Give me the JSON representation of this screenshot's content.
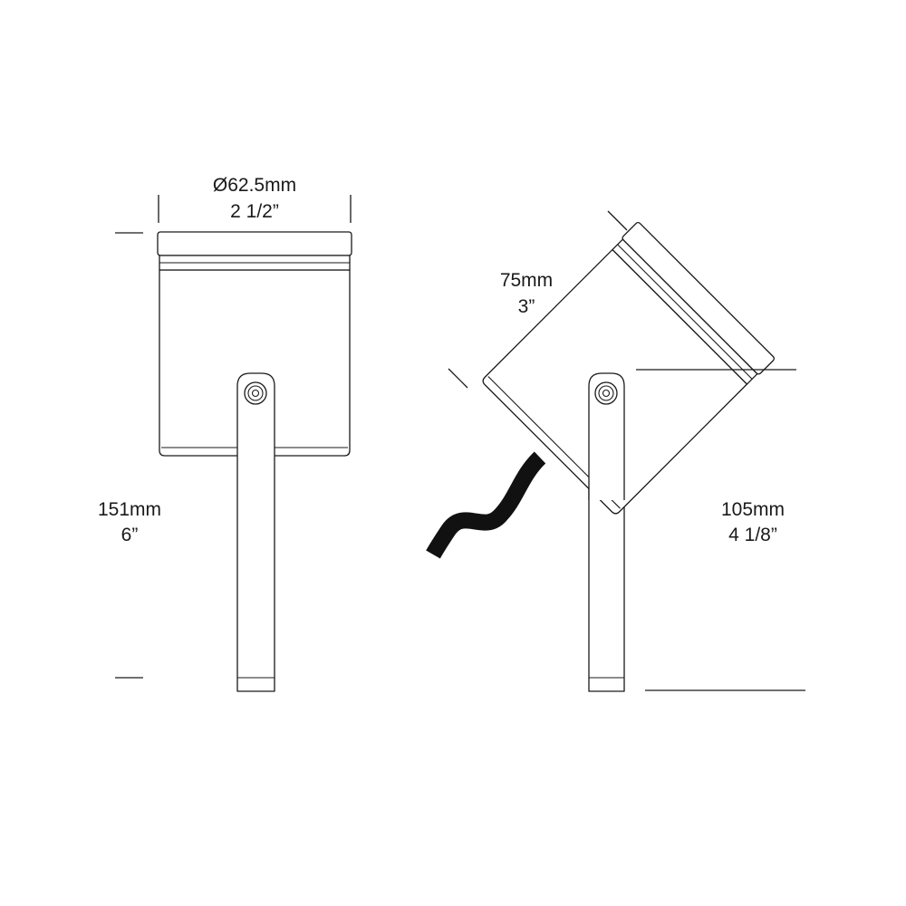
{
  "dimensions": {
    "diameter": {
      "metric": "Ø62.5mm",
      "imperial": "2 1/2”"
    },
    "total_height": {
      "metric": "151mm",
      "imperial": "6”"
    },
    "head_length": {
      "metric": "75mm",
      "imperial": "3”"
    },
    "aimed_height": {
      "metric": "105mm",
      "imperial": "4 1/8”"
    }
  }
}
